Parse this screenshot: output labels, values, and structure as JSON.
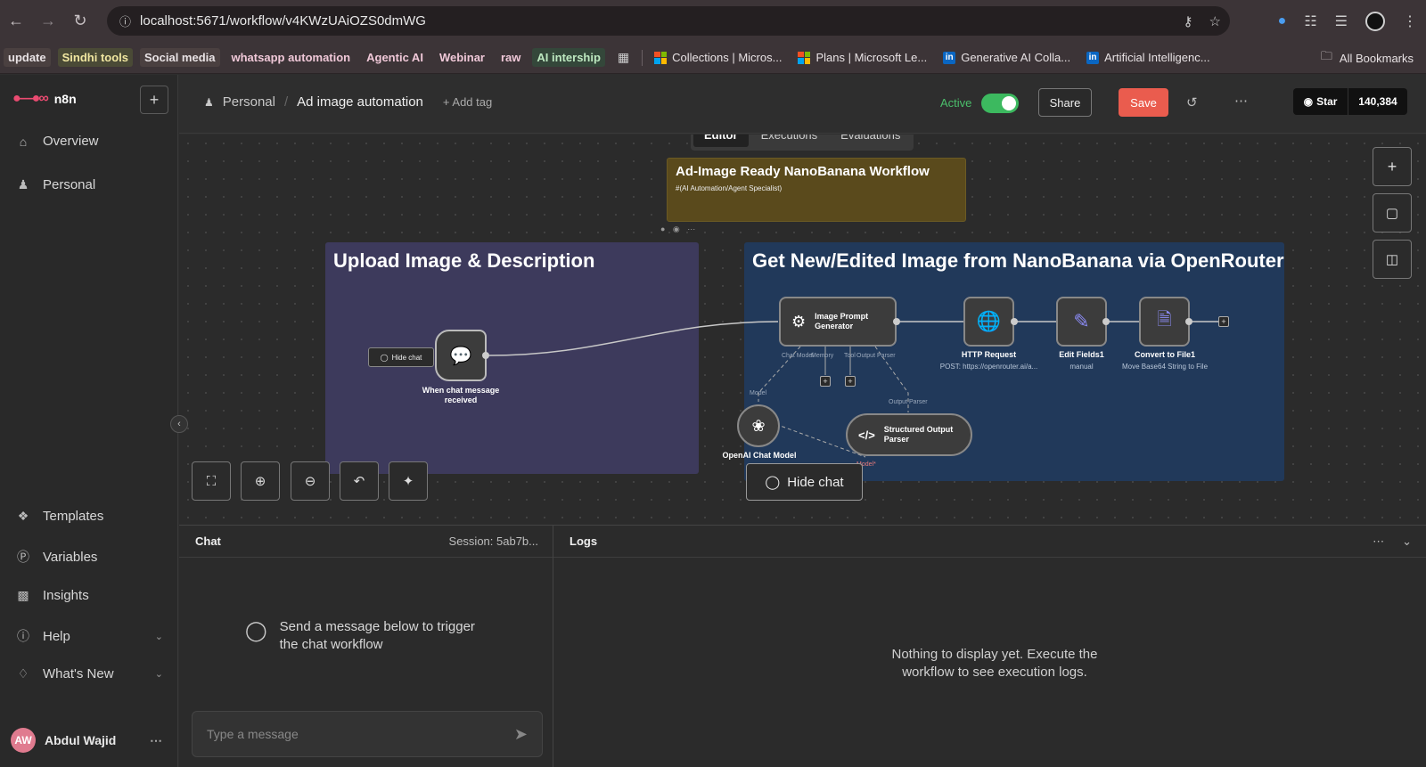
{
  "browser": {
    "url": "localhost:5671/workflow/v4KWzUAiOZS0dmWG",
    "bookmarks": [
      {
        "label": "update",
        "style": "plain"
      },
      {
        "label": "Sindhi tools",
        "style": "yellow"
      },
      {
        "label": "Social media",
        "style": "plain"
      },
      {
        "label": "whatsapp automation",
        "style": "plain"
      },
      {
        "label": "Agentic AI",
        "style": "plain"
      },
      {
        "label": "Webinar",
        "style": "plain"
      },
      {
        "label": "raw",
        "style": "plain"
      },
      {
        "label": "AI intership",
        "style": "plain"
      }
    ],
    "linked_bookmarks": [
      {
        "label": "Collections | Micros...",
        "icon": "microsoft-icon"
      },
      {
        "label": "Plans | Microsoft Le...",
        "icon": "microsoft-icon"
      },
      {
        "label": "Generative AI Colla...",
        "icon": "linkedin-icon"
      },
      {
        "label": "Artificial Intelligenc...",
        "icon": "linkedin-icon"
      }
    ],
    "all_bookmarks": "All Bookmarks"
  },
  "sidebar": {
    "brand": "n8n",
    "items_top": [
      {
        "label": "Overview",
        "icon": "home-icon"
      },
      {
        "label": "Personal",
        "icon": "user-icon"
      }
    ],
    "items_bottom": [
      {
        "label": "Templates",
        "icon": "templates-icon"
      },
      {
        "label": "Variables",
        "icon": "variables-icon"
      },
      {
        "label": "Insights",
        "icon": "insights-icon"
      },
      {
        "label": "Help",
        "icon": "help-icon"
      },
      {
        "label": "What's New",
        "icon": "bell-icon"
      }
    ],
    "user": {
      "initials": "AW",
      "name": "Abdul Wajid"
    }
  },
  "header": {
    "project": "Personal",
    "workflow_name": "Ad image automation",
    "add_tag": "+ Add tag",
    "active_label": "Active",
    "share": "Share",
    "save": "Save",
    "star": "Star",
    "stars_count": "140,384"
  },
  "tabs": [
    "Editor",
    "Executions",
    "Evaluations"
  ],
  "canvas": {
    "sticky": {
      "title": "Ad-Image Ready NanoBanana Workflow",
      "subtitle": "#(AI Automation/Agent Specialist)"
    },
    "group1_title": "Upload Image & Description",
    "group2_title": "Get New/Edited Image from NanoBanana via OpenRouter",
    "hide_chat_small": "Hide chat",
    "nodes": {
      "trigger": "When chat message received",
      "agent": "Image Prompt Generator",
      "http": "HTTP Request",
      "http_sub": "POST: https://openrouter.ai/a...",
      "edit": "Edit Fields1",
      "edit_sub": "manual",
      "convert": "Convert to File1",
      "convert_sub": "Move Base64 String to File",
      "openai": "OpenAI Chat Model",
      "parser": "Structured Output Parser"
    },
    "ports": {
      "chat_model": "Chat Model",
      "memory": "Memory",
      "tool": "Tool",
      "output_parser": "Output Parser",
      "model": "Model",
      "output_parser2": "Output Parser",
      "model_req": "Model*"
    },
    "hide_chat_big": "Hide chat"
  },
  "chat": {
    "title": "Chat",
    "session": "Session: 5ab7b...",
    "empty_line1": "Send a message below to trigger",
    "empty_line2": "the chat workflow",
    "placeholder": "Type a message"
  },
  "logs": {
    "title": "Logs",
    "empty_line1": "Nothing to display yet. Execute the",
    "empty_line2": "workflow to see execution logs."
  }
}
